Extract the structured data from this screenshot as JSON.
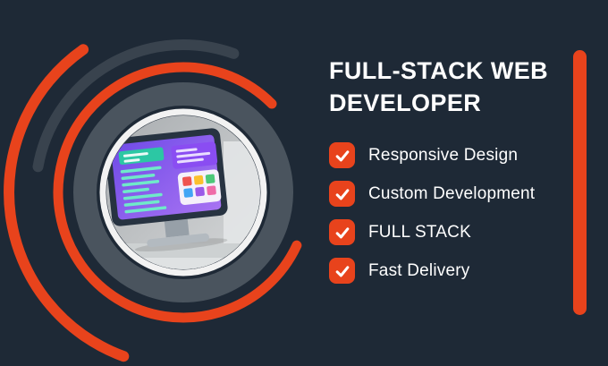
{
  "colors": {
    "background": "#1E2936",
    "accent": "#E8431C",
    "text": "#FFFFFF",
    "ring_grey": "#4A545E",
    "ring_dark": "#39434E",
    "ring_white": "#F2F2F2"
  },
  "title": "FULL-STACK WEB DEVELOPER",
  "checklist": {
    "check_glyph": "✓",
    "check_icon": "check-icon",
    "items": [
      {
        "label": "Responsive Design"
      },
      {
        "label": "Custom Development"
      },
      {
        "label": "FULL STACK"
      },
      {
        "label": "Fast Delivery"
      }
    ]
  },
  "artwork": {
    "description_icons": [
      "orange-spiral-rings",
      "grey-ring",
      "white-ring",
      "monitor-illustration-photo"
    ]
  }
}
